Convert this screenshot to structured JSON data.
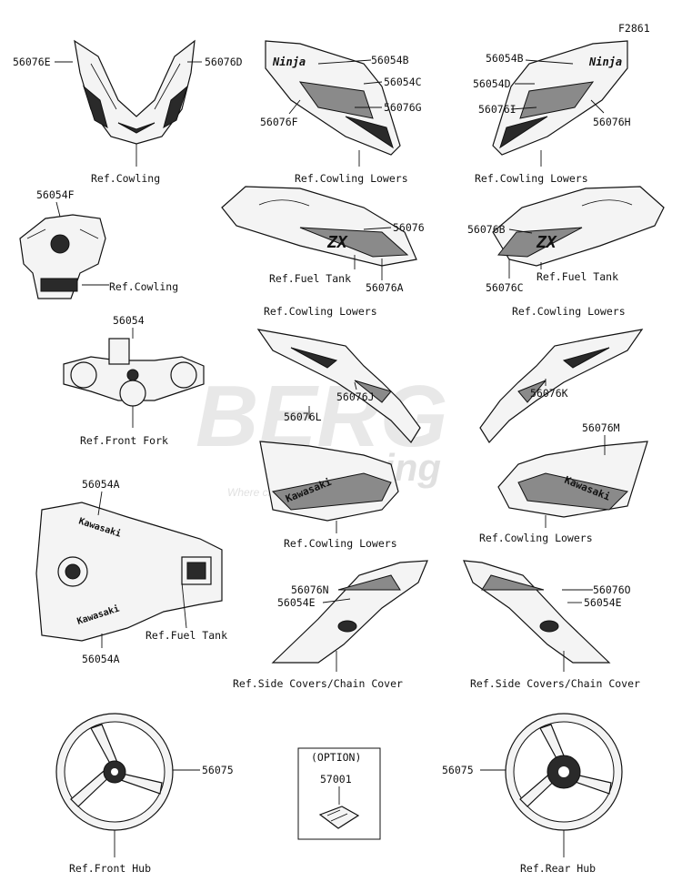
{
  "figure_code": "F2861",
  "watermark": {
    "brand": "BERG",
    "sub": "Racing",
    "tagline": "Where champions are made"
  },
  "labels": {
    "p56076E": "56076E",
    "p56076D": "56076D",
    "ref_cowling_1": "Ref.Cowling",
    "p56054B_l": "56054B",
    "p56054C": "56054C",
    "p56076G": "56076G",
    "p56076F": "56076F",
    "ref_cowling_lowers_1": "Ref.Cowling Lowers",
    "p56054B_r": "56054B",
    "p56054D": "56054D",
    "p56076I": "56076I",
    "p56076H": "56076H",
    "ref_cowling_lowers_2": "Ref.Cowling Lowers",
    "p56054F": "56054F",
    "ref_cowling_2": "Ref.Cowling",
    "p56076": "56076",
    "ref_fuel_tank_1": "Ref.Fuel Tank",
    "p56076A": "56076A",
    "p56076B": "56076B",
    "ref_fuel_tank_2": "Ref.Fuel Tank",
    "p56076C": "56076C",
    "p56054": "56054",
    "ref_front_fork": "Ref.Front Fork",
    "ref_cowling_lowers_3": "Ref.Cowling Lowers",
    "ref_cowling_lowers_4": "Ref.Cowling Lowers",
    "p56076L": "56076L",
    "p56076J": "56076J",
    "p56076K": "56076K",
    "p56076M": "56076M",
    "ref_cowling_lowers_5": "Ref.Cowling Lowers",
    "ref_cowling_lowers_6": "Ref.Cowling Lowers",
    "p56054A_top": "56054A",
    "p56054A_bot": "56054A",
    "ref_fuel_tank_3": "Ref.Fuel Tank",
    "p56076N": "56076N",
    "p56054E_l": "56054E",
    "p56076O": "56076O",
    "p56054E_r": "56054E",
    "ref_side_covers_1": "Ref.Side Covers/Chain Cover",
    "ref_side_covers_2": "Ref.Side Covers/Chain Cover",
    "option": "(OPTION)",
    "p57001": "57001",
    "p56075_l": "56075",
    "p56075_r": "56075",
    "ref_front_hub": "Ref.Front Hub",
    "ref_rear_hub": "Ref.Rear Hub"
  },
  "decals": {
    "ninja": "Ninja",
    "kawasaki": "Kawasaki",
    "zx": "ZX"
  }
}
